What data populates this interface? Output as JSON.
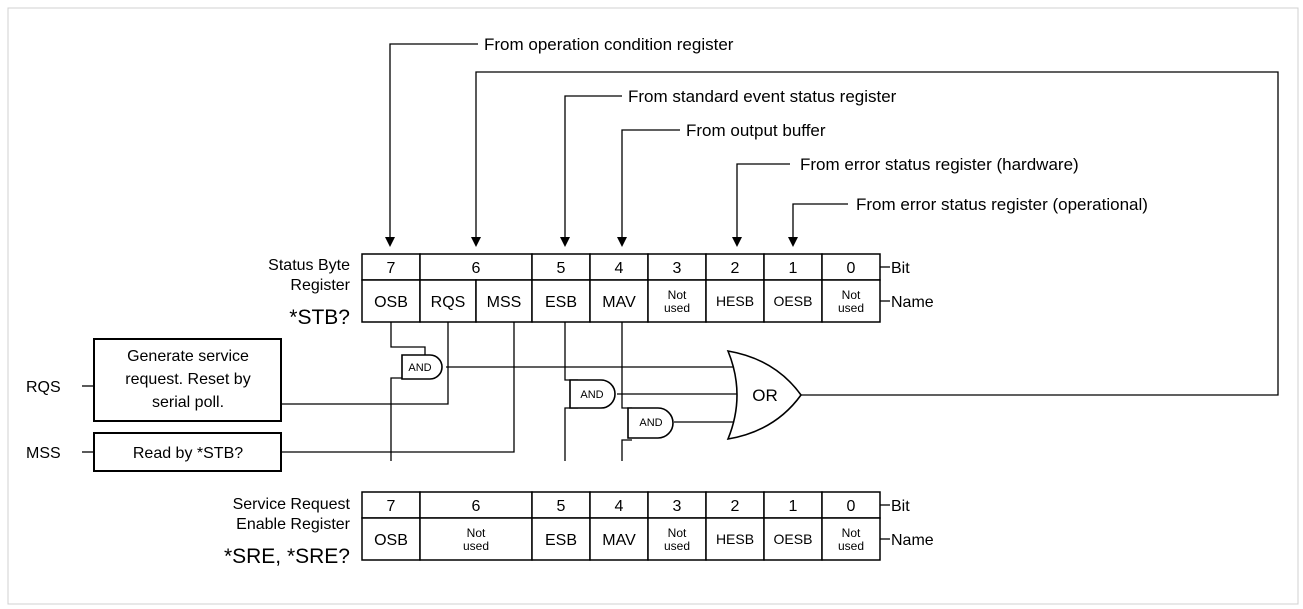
{
  "top_sources": {
    "operation_condition": "From operation condition register",
    "standard_event": "From standard event status register",
    "output_buffer": "From output buffer",
    "error_hardware": "From error status register (hardware)",
    "error_operational": "From error status register (operational)"
  },
  "status_byte": {
    "title_line1": "Status Byte",
    "title_line2": "Register",
    "command": "*STB?",
    "bit_row_label": "Bit",
    "name_row_label": "Name",
    "bits": [
      "7",
      "6",
      "5",
      "4",
      "3",
      "2",
      "1",
      "0"
    ],
    "names": {
      "b7": "OSB",
      "rqs": "RQS",
      "mss": "MSS",
      "b5": "ESB",
      "b4": "MAV",
      "b3_l1": "Not",
      "b3_l2": "used",
      "b2": "HESB",
      "b1": "OESB",
      "b0_l1": "Not",
      "b0_l2": "used"
    }
  },
  "service_request_enable": {
    "title_line1": "Service Request",
    "title_line2": "Enable Register",
    "command": "*SRE, *SRE?",
    "bit_row_label": "Bit",
    "name_row_label": "Name",
    "bits": [
      "7",
      "6",
      "5",
      "4",
      "3",
      "2",
      "1",
      "0"
    ],
    "names": {
      "b7": "OSB",
      "b6_l1": "Not",
      "b6_l2": "used",
      "b5": "ESB",
      "b4": "MAV",
      "b3_l1": "Not",
      "b3_l2": "used",
      "b2": "HESB",
      "b1": "OESB",
      "b0_l1": "Not",
      "b0_l2": "used"
    }
  },
  "rqs_box": {
    "side_label": "RQS",
    "line1": "Generate service",
    "line2": "request. Reset by",
    "line3": "serial poll."
  },
  "mss_box": {
    "side_label": "MSS",
    "text": "Read by *STB?"
  },
  "gates": {
    "and_label": "AND",
    "or_label": "OR"
  }
}
